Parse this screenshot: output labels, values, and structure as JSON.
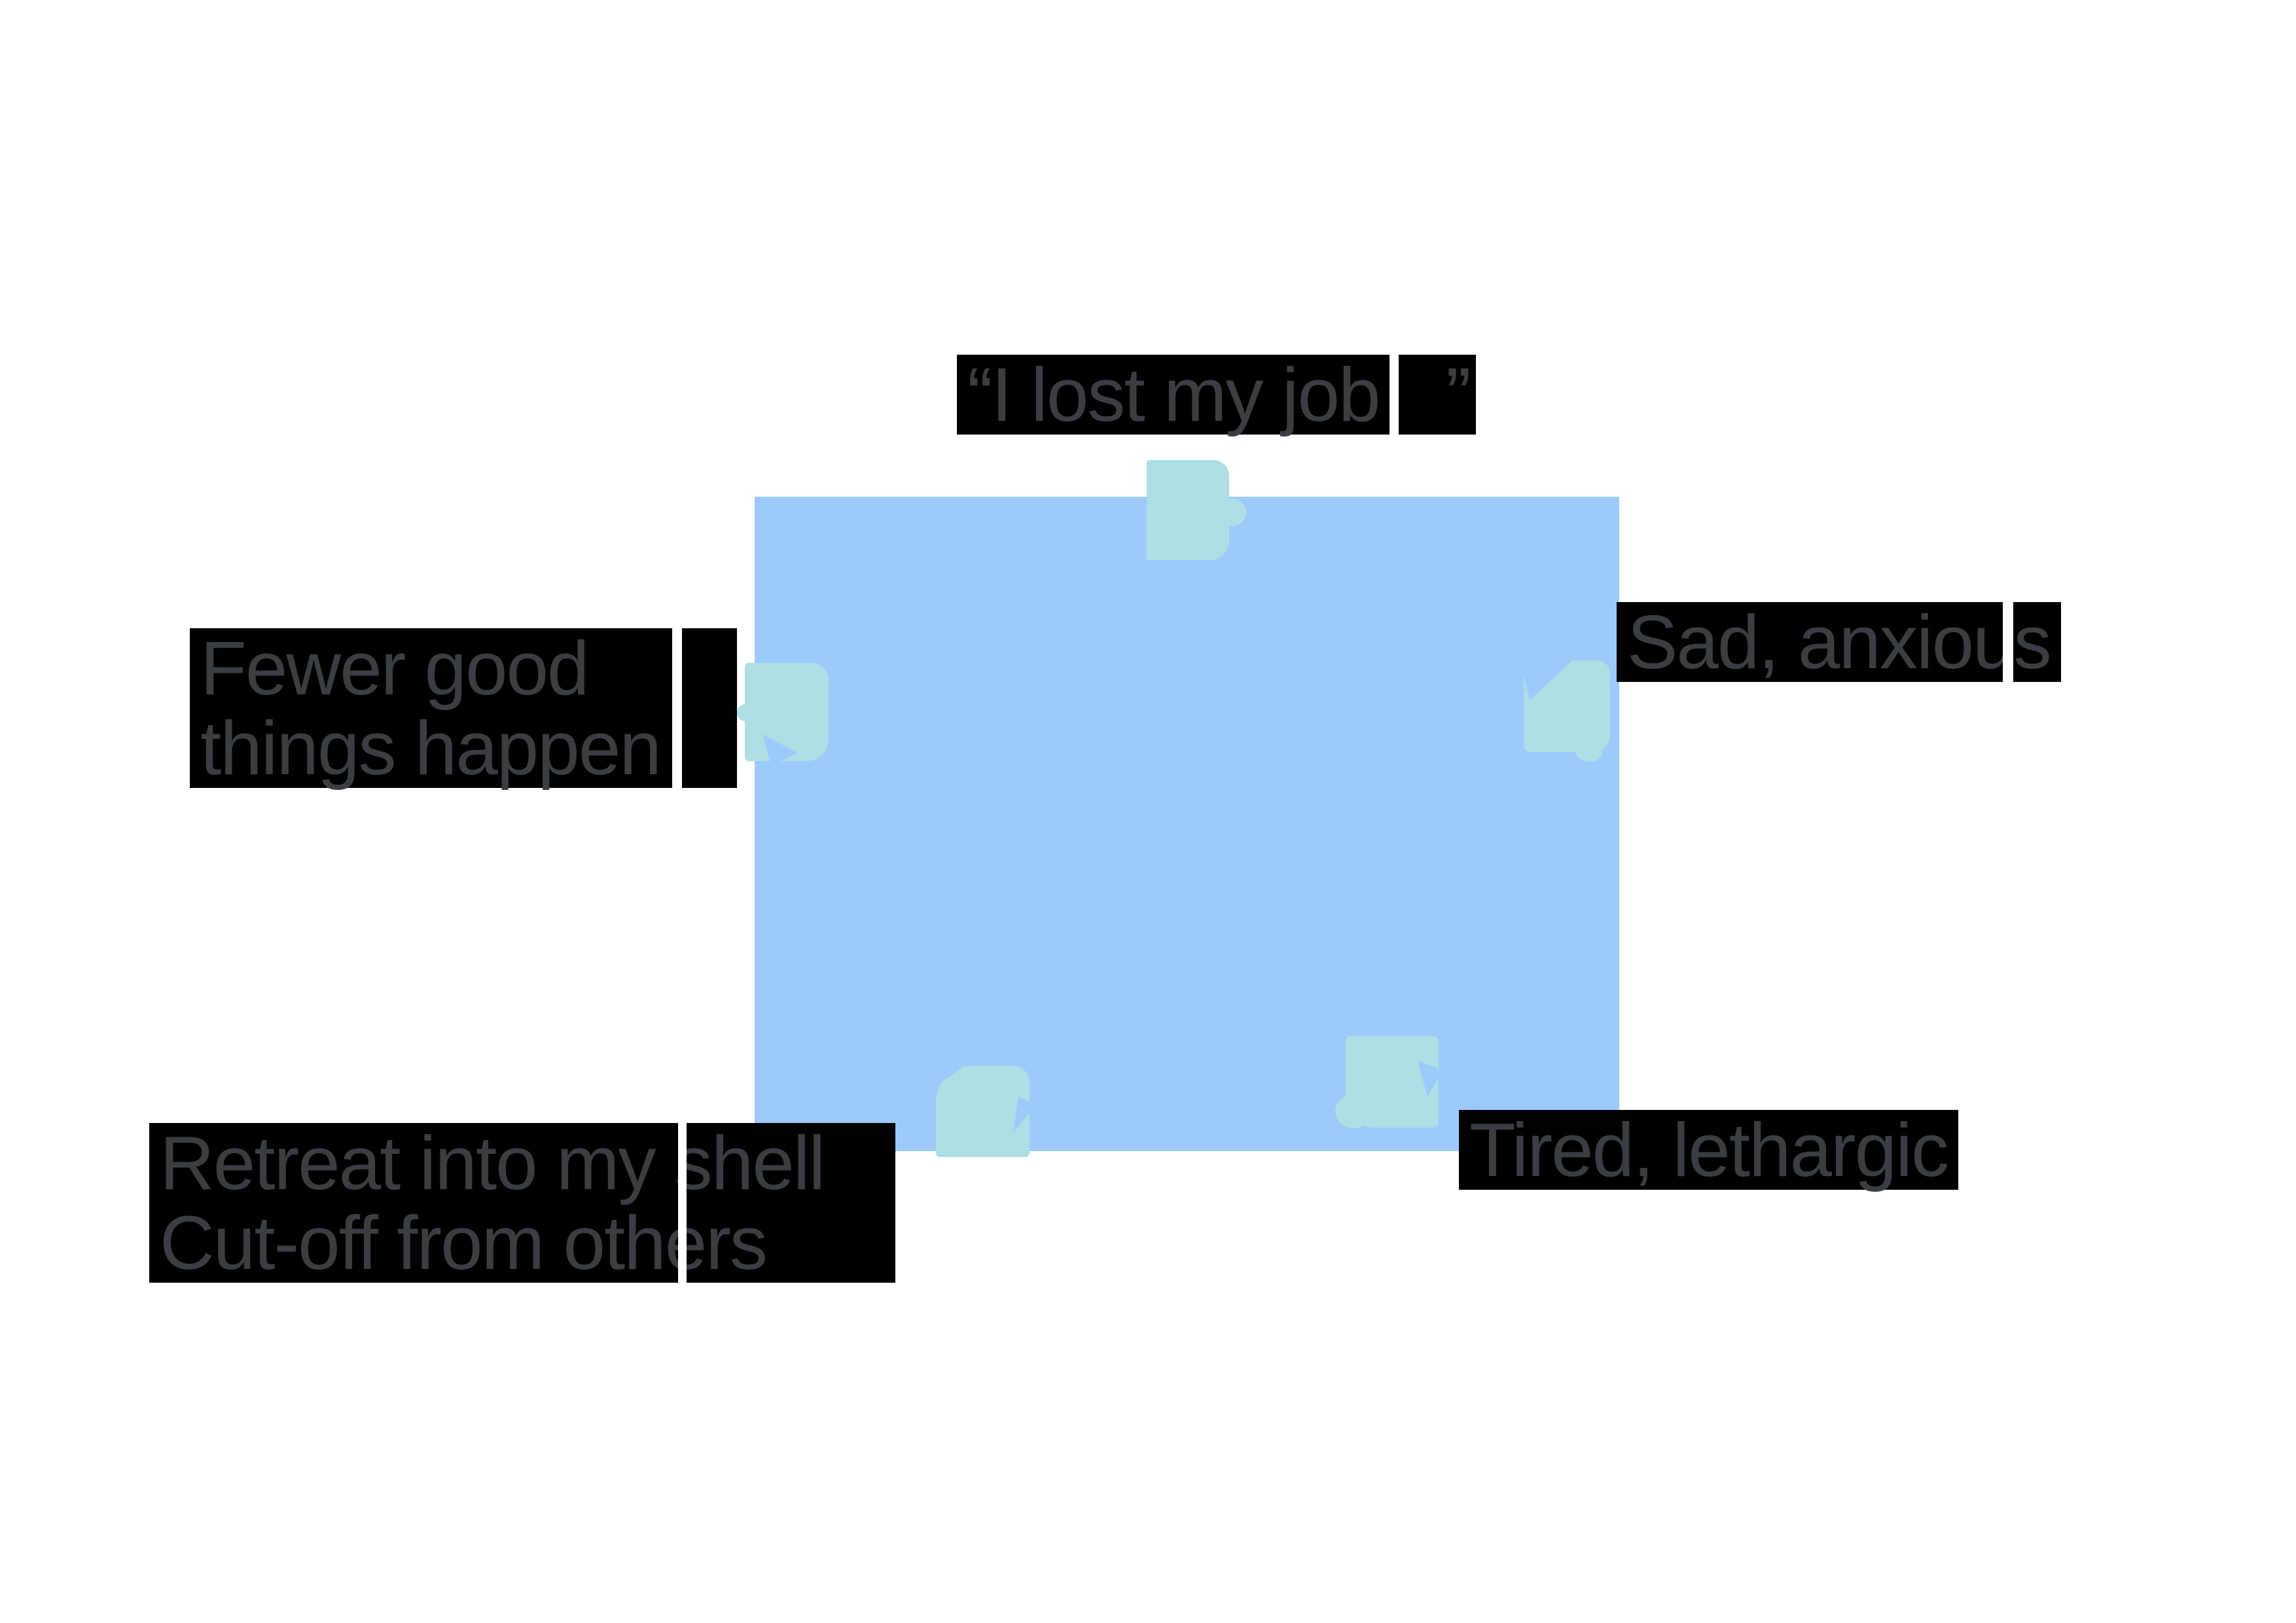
{
  "colors": {
    "background": "#ffffff",
    "panel_blue": "#9dcafb",
    "arrow_cyan": "#addfe4",
    "highlight_black": "#000000",
    "label_text_gray": "#3a3e43"
  },
  "diagram": {
    "labels": {
      "top": {
        "part1": "“I lost my job",
        "part2": "”"
      },
      "left": {
        "line1": "Fewer good",
        "line2": "things happen"
      },
      "right": {
        "text": "Sad, anxious"
      },
      "bottom_left": {
        "line1": "Retreat into my shell",
        "line2": "Cut-off from others"
      },
      "bottom_right": {
        "text": "Tired, lethargic"
      }
    },
    "icons": [
      {
        "name": "cycle-arrow-top"
      },
      {
        "name": "cycle-arrow-left"
      },
      {
        "name": "cycle-arrow-right"
      },
      {
        "name": "cycle-arrow-bottom-left"
      },
      {
        "name": "cycle-arrow-bottom-right"
      }
    ]
  }
}
